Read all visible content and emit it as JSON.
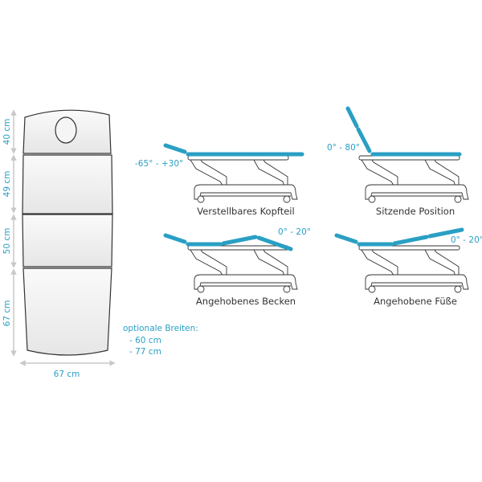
{
  "top_view": {
    "dimensions": {
      "head": "40 cm",
      "back": "49 cm",
      "seat": "50 cm",
      "legs": "67 cm",
      "width": "67 cm"
    },
    "optional_widths": {
      "title": "optionale Breiten:",
      "items": [
        "- 60 cm",
        "- 77 cm"
      ]
    }
  },
  "positions": [
    {
      "label": "Verstellbares Kopfteil",
      "angle": "-65° - +30°"
    },
    {
      "label": "Sitzende Position",
      "angle": "0° - 80°"
    },
    {
      "label": "Angehobenes Becken",
      "angle": "0° - 20°"
    },
    {
      "label": "Angehobene Füße",
      "angle": "0° - 20°"
    }
  ],
  "colors": {
    "accent": "#2a9fc4",
    "outline": "#333333",
    "arrow": "#c8c8c8"
  }
}
